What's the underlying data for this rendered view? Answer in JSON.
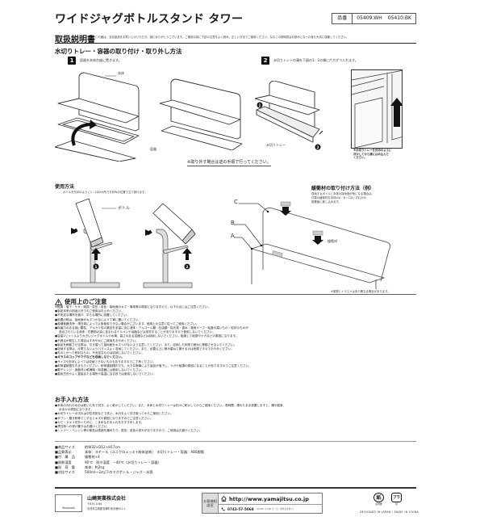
{
  "header": {
    "product_title": "ワイドジャグボトルスタンド タワー",
    "part_label": "品番",
    "part_codes": [
      "05409:WH",
      "05410:BK"
    ]
  },
  "manual": {
    "title": "取扱説明書",
    "intro": "この度は、当社製品をお買い上げいただき、誠にありがとうございます。ご使用の前に下記の注意をよく読み、正しい方法でご使用ください。なおこの説明書はお読みになった後も大切に保管してください。"
  },
  "section_install": {
    "title": "水切りトレー・容器の取り付け・取り外し方法",
    "steps": [
      {
        "num": "1",
        "text": "容器を本体台座に置きます。"
      },
      {
        "num": "2",
        "text": "水切りトレーの溝を下図の1、2の順に片方ずつ入れます。"
      }
    ],
    "labels": {
      "body": "本体",
      "container": "容器",
      "tray": "水切りトレー"
    },
    "marker_1": "1",
    "marker_2": "2",
    "detail_note": [
      "※水切りトレーを矢印のように",
      "浮かしてから溝にはめ込んで",
      "ください。"
    ],
    "removal_note": "※取り外す場合は逆の手順で行ってください。"
  },
  "section_usage": {
    "title": "使用方法",
    "description": "ボトルを矢印のように1・2の2か所でお好みの位置で立て掛けます。",
    "bottle_label": "ボトル",
    "marker_1": "1",
    "marker_2": "2"
  },
  "section_cushion": {
    "title": "緩衝材の取り付け方法（例）",
    "description": [
      "収納するボトルと本体の接地面が気になる場合は、",
      "付属の緩衝材を本体のA・B・Cのいずれかの",
      "設置面に差し込みます。"
    ],
    "points": [
      "A",
      "B",
      "C"
    ],
    "cushion_label": "緩衝材",
    "disclaimer": "※実物とイラストは多少異なる場合があります。"
  },
  "cautions": {
    "title": "使用上のご注意",
    "items": [
      {
        "text": "※転倒・落下・ケガ・破損・変形・変色・接地面のキズ・事故等の原因となりますので、以下の点にはご注意ください。",
        "bold": false,
        "indent": false
      },
      {
        "text": "●製品本来の用途以外でのご使用はお止めください。",
        "bold": false,
        "indent": false
      },
      {
        "text": "●不安定な場所を避け、平らな場所に設置してください。",
        "bold": false,
        "indent": false
      },
      {
        "text": "●設置の際は、接地面がキズつかないよう丁寧に置いてください。",
        "bold": false,
        "indent": false
      },
      {
        "text": "●各種食器洗浄・漂白剤によって以後使用できない場合がございます。使用上の注意に従ってご使用ください。",
        "bold": false,
        "indent": false
      },
      {
        "text": "●除菌力のある強い酸性、アルカリ性の薬品を多量に含む液体・アルコール類・石油類・除光液・香水・薬用ソープ・粘度の高いもの・粒状のものが",
        "bold": false,
        "indent": false
      },
      {
        "text": "混合されている液体・付着物の染に含まれるテルペンや油脂などは変質することがありますので使用しないでください。",
        "bold": false,
        "indent": true
      },
      {
        "text": "●容量2リットルより大きいジャグボトルや水筒、高さのある容器などは収納しないでください。転倒して破損やケガなどの原因になります。",
        "bold": false,
        "indent": false
      },
      {
        "text": "●不具合が発生した場合はすみやかにご使用をおやめください。",
        "bold": false,
        "indent": false
      },
      {
        "text": "●製品を移動させる際は、引き摺って接地面をキズつけないよう注意してください。また、収納した状態で絶対に移動させないでください。",
        "bold": false,
        "indent": false
      },
      {
        "text": "●収納する際は、片寄らないようバランスよく収納してください。また、必要以上に積み重ねて乗せるのは危険ですのでおやめください。",
        "bold": false,
        "indent": false
      },
      {
        "text": "●先のとがった鋭利なもの、不安定なものは収納しないでください。",
        "bold": false,
        "indent": false
      },
      {
        "text": "●ガラスのコップやマグなどを収納しなでください。",
        "bold": true,
        "indent": false
      },
      {
        "text": "●サイズや形状によっては収納できないものもありますのでご了承ください。",
        "bold": false,
        "indent": false
      },
      {
        "text": "●耐荷重制限をおまもりください。耐荷重制限内でも、大きな衝撃により製品が落下し、ケガや破損の原因になることがありますのでご注意ください。",
        "bold": false,
        "indent": false
      },
      {
        "text": "●電子レンジ・食器洗い乾燥機・除湿器には使用しないでください。",
        "bold": false,
        "indent": false
      },
      {
        "text": "●直射日光やよく直接あたる場所や高温になる所では使用しないでください。",
        "bold": false,
        "indent": false
      }
    ]
  },
  "care": {
    "title": "お手入れ方法",
    "items": [
      {
        "text": "●本体の汚れや水分は乾いた布で拭き、よく乾かしてください。また、本体と水切りトレーは別々に乾かしてからご使用ください。長時間、濡れたまま放置しますと、錆や腐食、",
        "indent": false
      },
      {
        "text": "水あかの原因になります。",
        "indent": true
      },
      {
        "text": "●水切りトレーの汚れは中性洗剤などで洗い、水分をよく拭き取ってからご使用ください。",
        "indent": false
      },
      {
        "text": "●タワシ・磨き粉等でこするとキズの原因となりますのでご注意ください。",
        "indent": false
      },
      {
        "text": "●カビ・ヌメリを防ぐために、こまめなお手入れをおすすめします。",
        "indent": false
      },
      {
        "text": "●漂白剤への浸け置きはお避けください。",
        "indent": false
      },
      {
        "text": "●シンナー・ベンジン等の薬品は表面を痛めたり、変形、変色の恐れがありますので、ご使用はお避けください。",
        "indent": false
      }
    ]
  },
  "specs": [
    {
      "label": "■商品サイズ",
      "value": "約W32×D12×H17cm"
    },
    {
      "label": "■品質表示",
      "value": "本体：スチール（ユニクロメッキ+粉体塗装）　水切りトレー・容器：ABS樹脂"
    },
    {
      "label": "■付　属　品",
      "value": "緩衝材×4"
    },
    {
      "label": "■耐熱温度",
      "value": "90℃　耐冷温度　−40℃（水切りトレー・容器）"
    },
    {
      "label": "■耐　荷　重",
      "value": "本体：約2kg"
    },
    {
      "label": "■対応サイズ",
      "value": "500ml〜2ℓ以下のマグボトル・ジャグ・水筒"
    }
  ],
  "footer": {
    "logo_text": "Yamazaki",
    "company_name": "山崎実業株式会社",
    "postal": "〒639-1064",
    "address": "奈良県生駒郡安堵町東安堵651-1",
    "contact_label": "お客様相談室",
    "url": "http://www.yamajitsu.co.jp",
    "tel": "0743-57-5068",
    "hours": "(10:00〜17:00 土・日・祝祭日を除く)",
    "recycle_marks": [
      {
        "symbol": "紙",
        "label": "説明書"
      },
      {
        "symbol": "プラ",
        "label": "袋"
      }
    ],
    "origin": "DESIGNED IN JAPAN / MADE IN CHINA"
  }
}
